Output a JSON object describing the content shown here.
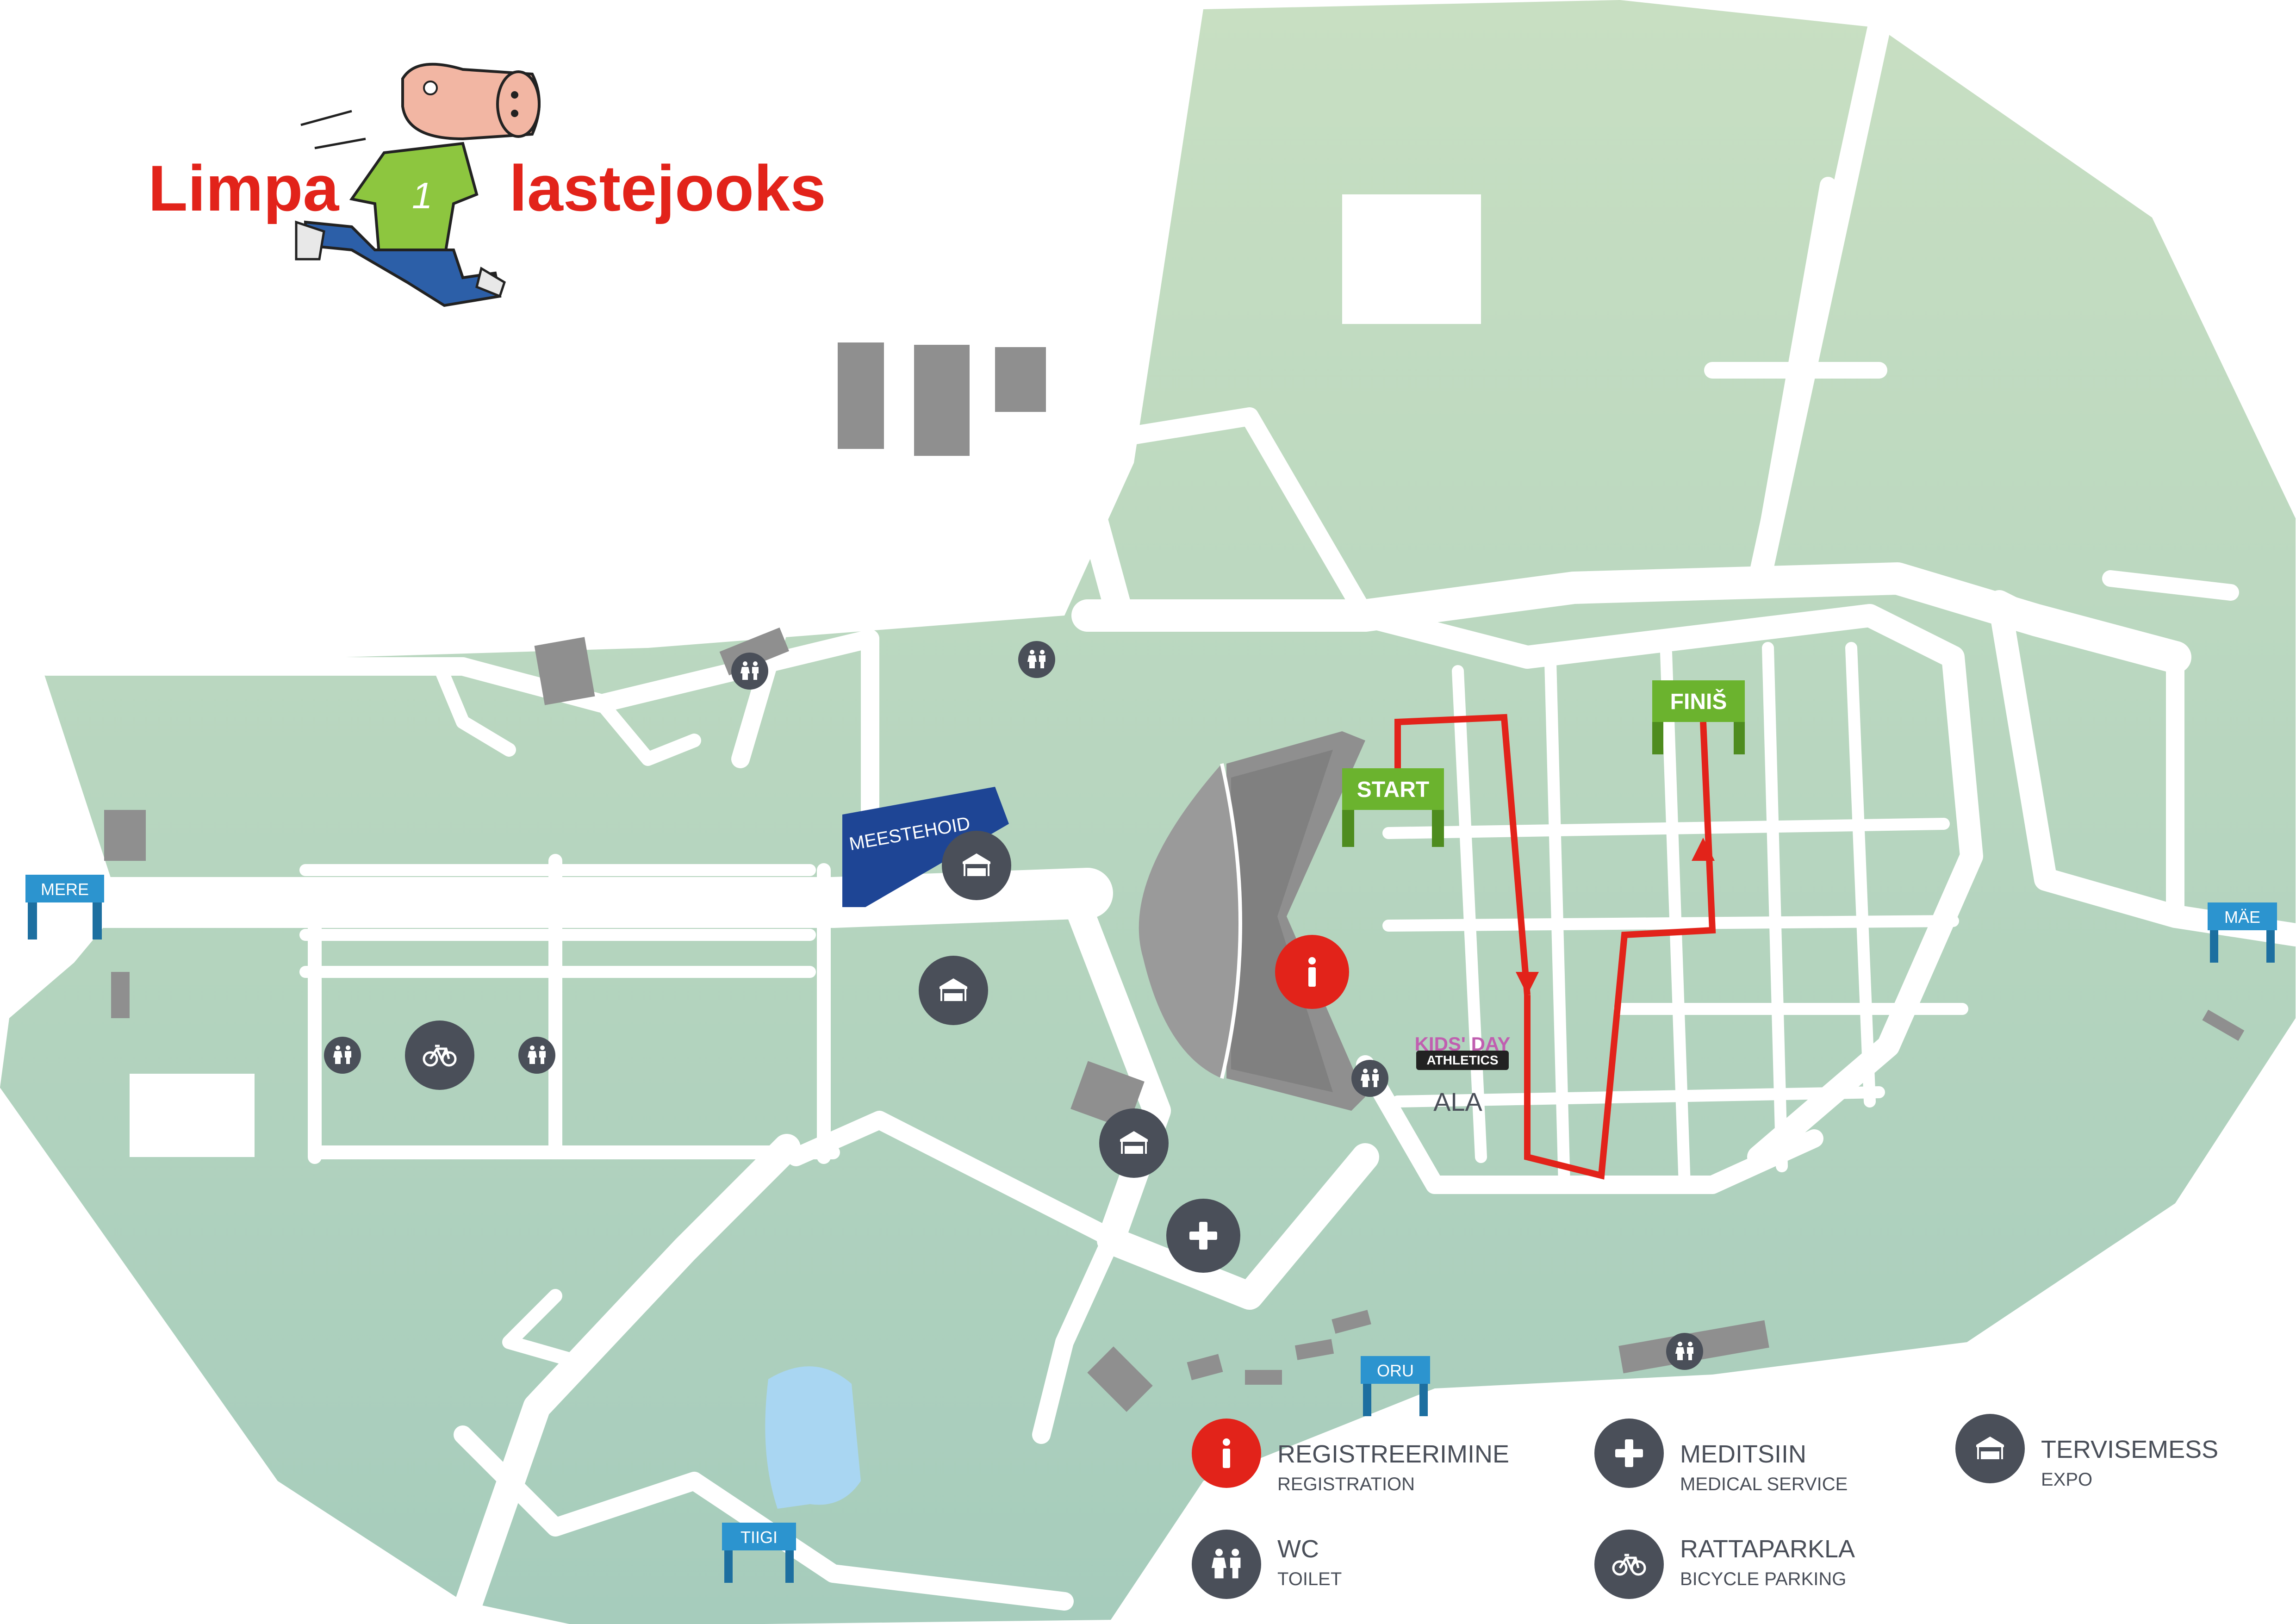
{
  "logo": {
    "left_word": "Limpa",
    "right_word": "lastejooks",
    "shirt_number": "1",
    "color": "#e2231a"
  },
  "gates": {
    "mere": "MERE",
    "mae": "MÄE",
    "oru": "ORU",
    "tiigi": "TIIGI"
  },
  "areas": {
    "baggage": "MEESTEHOID",
    "kids_day": "KIDS' DAY",
    "athletics": "ATHLETICS",
    "kids_area": "ALA"
  },
  "course": {
    "start_label": "START",
    "finish_label": "FINIŠ",
    "route_color": "#e2231a"
  },
  "legend": [
    {
      "icon": "info-icon",
      "title": "REGISTREERIMINE",
      "subtitle": "REGISTRATION"
    },
    {
      "icon": "medical-cross-icon",
      "title": "MEDITSIIN",
      "subtitle": "MEDICAL SERVICE"
    },
    {
      "icon": "tent-icon",
      "title": "TERVISEMESS",
      "subtitle": "EXPO"
    },
    {
      "icon": "toilet-icon",
      "title": "WC",
      "subtitle": "TOILET"
    },
    {
      "icon": "bicycle-icon",
      "title": "RATTAPARKLA",
      "subtitle": "BICYCLE PARKING"
    }
  ],
  "colors": {
    "park_green": "#b6d5b8",
    "path": "#ffffff",
    "gate_blue": "#2c94cf",
    "building_grey": "#8f8f8f",
    "icon_dark": "#4a4f59",
    "baggage_blue": "#1e4595",
    "sign_green": "#6bb32e",
    "pond_blue": "#a9d6f2"
  }
}
